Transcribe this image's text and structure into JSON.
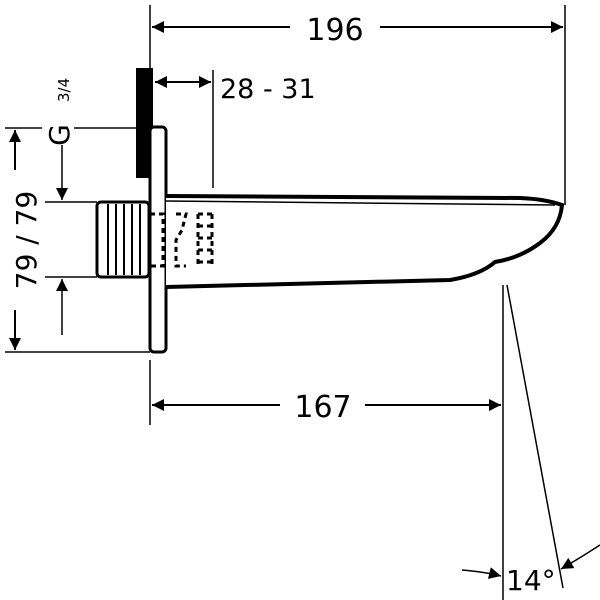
{
  "title": "Bath spout dimension drawing",
  "dimensions": {
    "overall_length": "196",
    "wall_distance": "28 - 31",
    "thread": "G",
    "thread_size": "3/4",
    "center_height": "79 / 79",
    "outlet_reach": "167",
    "angle": "14°"
  },
  "colors": {
    "line": "#000000",
    "background": "#ffffff"
  }
}
